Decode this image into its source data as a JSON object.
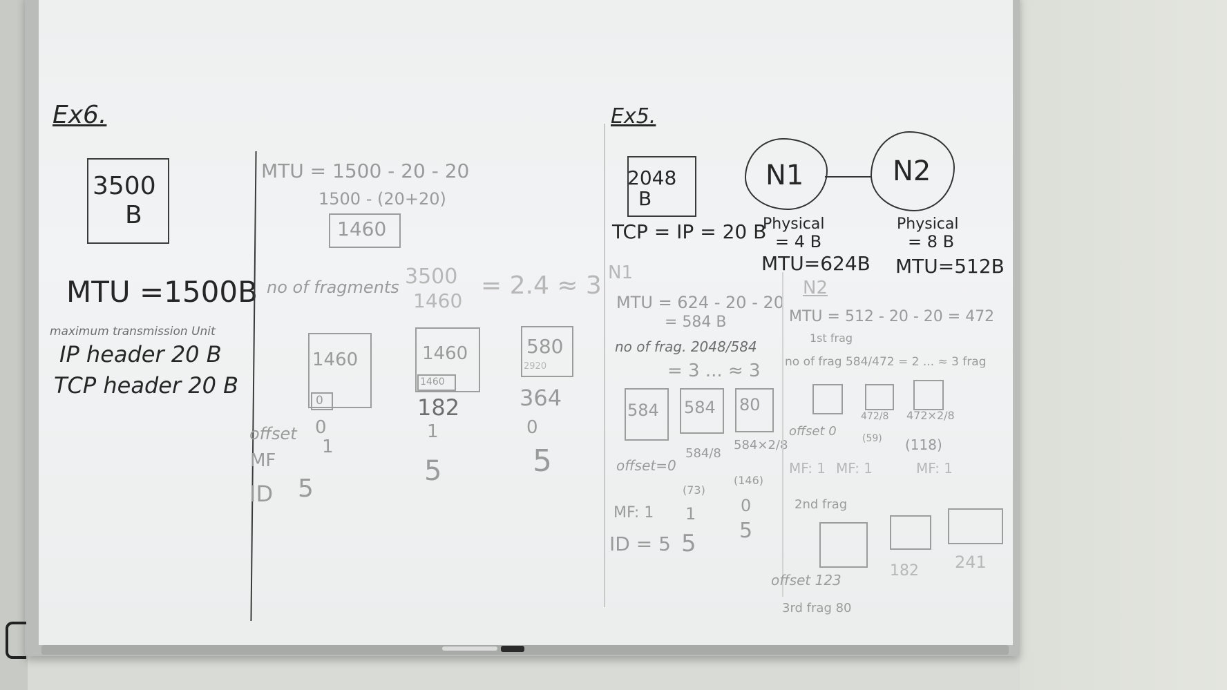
{
  "left_section": {
    "heading": "Ex6.",
    "packet_size": "3500",
    "packet_unit": "B",
    "mtu": "MTU =1500B",
    "mtu_expansion": "maximum transmission Unit",
    "ip_header": "IP header  20 B",
    "tcp_header": "TCP header  20 B"
  },
  "middle_section": {
    "mtu_calc_1": "MTU = 1500 - 20 - 20",
    "mtu_calc_2": "1500 - (20+20)",
    "mtu_result": "1460",
    "fragments_label": "no of fragments",
    "fragments_fraction_top": "3500",
    "fragments_fraction_bottom": "1460",
    "fragments_result": "= 2.4 ≈ 3",
    "frag1_size": "1460",
    "frag1_offset_box": "0",
    "frag2_size": "1460",
    "frag2_offset_box": "1460",
    "frag2_offset": "182",
    "frag3_size": "580",
    "frag3_offset_box": "2920",
    "frag3_offset": "364",
    "row_offset": "offset",
    "row_mf": "MF",
    "row_id": "ID",
    "frag1_mf": "1",
    "frag1_id": "5",
    "frag1_offset_val": "0",
    "frag2_mf": "1",
    "frag2_id": "5",
    "frag3_mf": "0",
    "frag3_id": "5"
  },
  "right_section": {
    "heading": "Ex5.",
    "packet_size": "2048",
    "packet_unit": "B",
    "tcp_ip": "TCP = IP = 20 B",
    "n1_label": "N1",
    "n2_label": "N2",
    "n1_physical": "Physical",
    "n1_physical_size": "= 4 B",
    "n1_mtu": "MTU=624B",
    "n2_physical": "Physical",
    "n2_physical_size": "= 8 B",
    "n2_mtu": "MTU=512B",
    "n1_heading": "N1",
    "n1_calc_1": "MTU = 624 - 20 - 20",
    "n1_calc_2": "= 584 B",
    "n1_frag_calc": "no of frag. 2048/584",
    "n1_frag_result": "= 3 ... ≈ 3",
    "n1_frag1": "584",
    "n1_frag2": "584",
    "n1_frag3": "80",
    "n1_offset_row": "offset=0",
    "n1_offset_2": "584/8",
    "n1_offset_2b": "(73)",
    "n1_offset_3": "584×2/8",
    "n1_offset_3b": "(146)",
    "n1_mf_row": "MF: 1",
    "n1_mf_2": "1",
    "n1_mf_3": "0",
    "n1_id_row": "ID = 5",
    "n1_id_2": "5",
    "n1_id_3": "5",
    "n2_heading": "N2",
    "n2_calc": "MTU = 512 - 20 - 20 = 472",
    "n2_first_frag": "1st frag",
    "n2_frag_calc": "no of frag  584/472 = 2 ... ≈ 3 frag",
    "n2_offset_row": "offset 0",
    "n2_offset_2": "472/8",
    "n2_offset_2b": "(59)",
    "n2_offset_3": "472×2/8",
    "n2_offset_3b": "(118)",
    "n2_mf_row": "MF: 1",
    "n2_mf_2": "MF: 1",
    "n2_mf_3": "MF: 1",
    "n2_second_frag": "2nd frag",
    "n2_second_offset": "offset 123",
    "n2_second_2": "182",
    "n2_second_3": "241",
    "n2_third_frag": "3rd frag 80"
  }
}
